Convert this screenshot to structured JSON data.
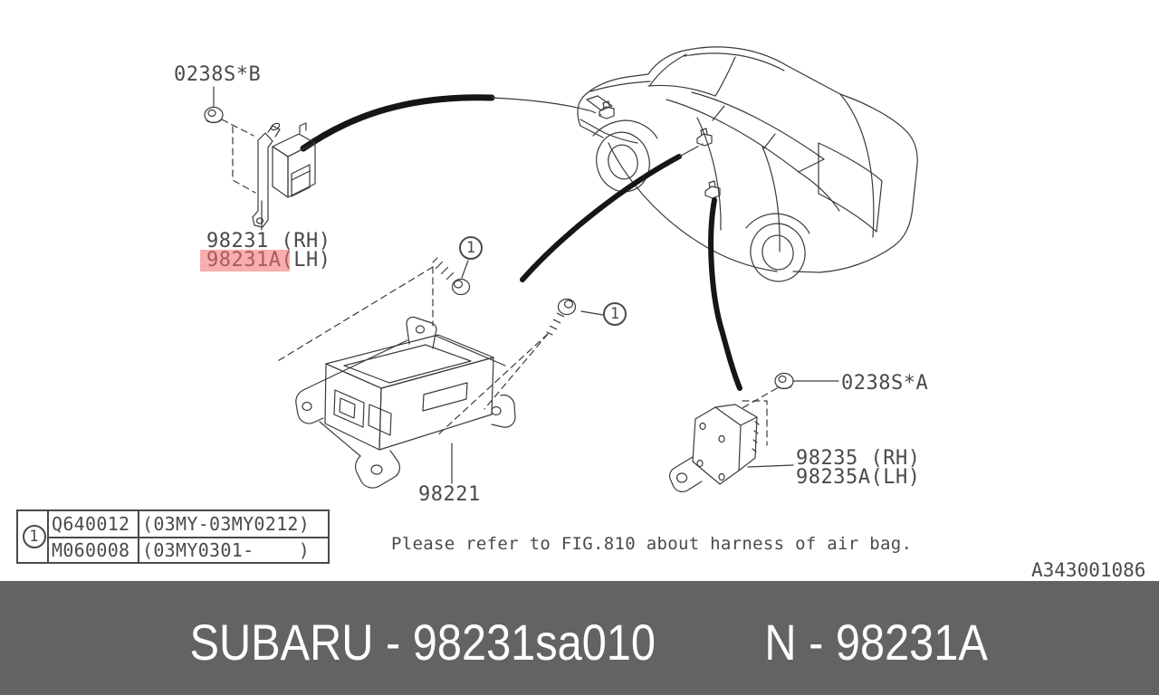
{
  "colors": {
    "banner-bg": "#636363",
    "highlight": "rgba(243,108,108,0.55)",
    "line-color": "#3a3a3a"
  },
  "diagram": {
    "callout_symbol": "1",
    "labels": {
      "front_sensor_bolt": "0238S*B",
      "front_sensor_rh": "98231 (RH)",
      "front_sensor_lh": "98231A(LH)",
      "control_module": "98221",
      "rear_sensor_bolt": "0238S*A",
      "rear_sensor_rh": "98235 (RH)",
      "rear_sensor_lh": "98235A(LH)"
    },
    "note": "Please refer to FIG.810 about harness of air bag.",
    "drawing_number": "A343001086"
  },
  "applicability_table": {
    "callout_symbol": "1",
    "rows": [
      {
        "part_number": "Q640012",
        "application": "(03MY-03MY0212)"
      },
      {
        "part_number": "M060008",
        "application": "(03MY0301-    )"
      }
    ]
  },
  "footer": {
    "catalog_code": "SUBARU - 98231sa010",
    "part_ref": "N - 98231A"
  }
}
